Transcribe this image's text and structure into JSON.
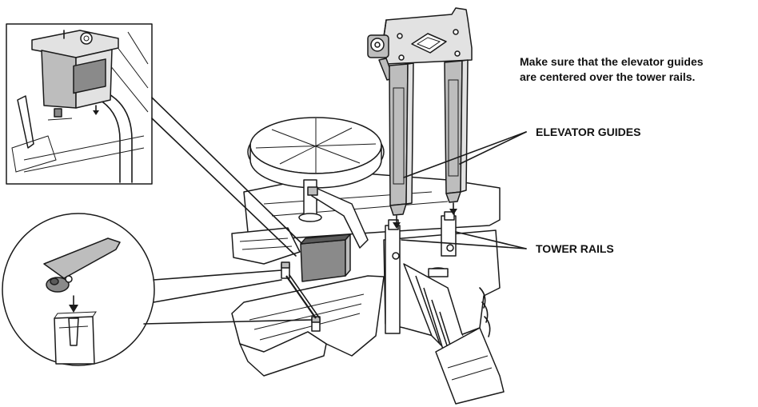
{
  "instructions": {
    "note_line1": "Make sure that the elevator guides",
    "note_line2": "are centered over the tower rails."
  },
  "callouts": {
    "elevator_guides": "ELEVATOR GUIDES",
    "tower_rails": "TOWER RAILS"
  },
  "colors": {
    "ink": "#1a1a1a",
    "part_light": "#e2e2e2",
    "part_mid": "#bdbdbd",
    "part_dark": "#8a8a8a",
    "background": "#ffffff"
  }
}
